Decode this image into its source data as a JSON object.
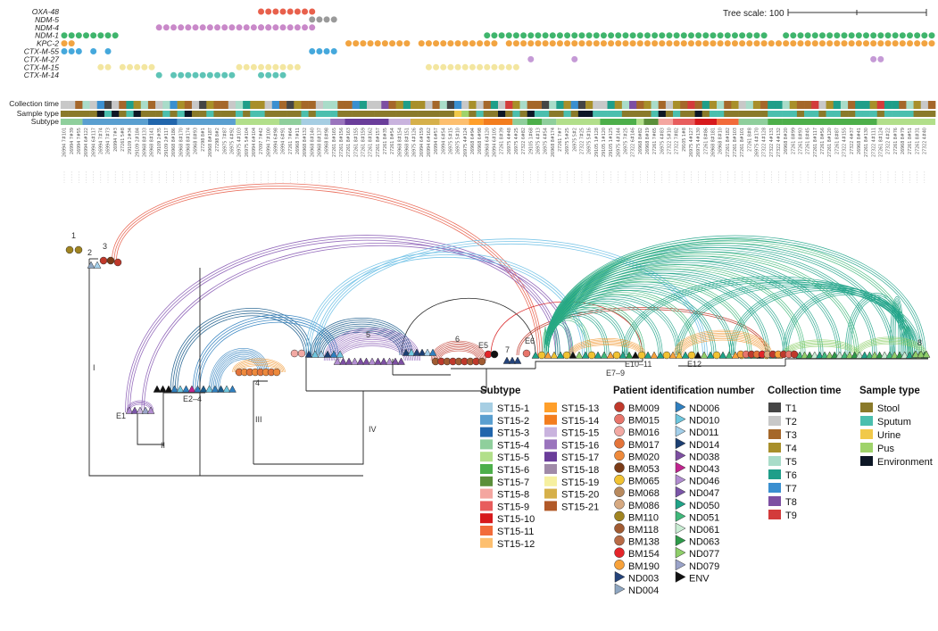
{
  "tree_scale_label": "Tree scale: 100",
  "genes": [
    "OXA-48",
    "NDM-5",
    "NDM-4",
    "NDM-1",
    "KPC-2",
    "CTX-M-55",
    "CTX-M-27",
    "CTX-M-15",
    "CTX-M-14"
  ],
  "gene_colors": {
    "OXA-48": "#e8604c",
    "NDM-5": "#9a9a9a",
    "NDM-4": "#c989c9",
    "NDM-1": "#3fb56c",
    "KPC-2": "#f2a441",
    "CTX-M-55": "#45a8dc",
    "CTX-M-27": "#c59ad6",
    "CTX-M-15": "#f3e6a0",
    "CTX-M-14": "#5ec4b6"
  },
  "track_labels": [
    "Collection time",
    "Sample type",
    "Subtype"
  ],
  "strain_ids": [
    "26994 7#101",
    "26994 7#39",
    "26994 7#55",
    "26994 6#122",
    "26994 6#117",
    "26994 7#74",
    "26994 7#73",
    "26994 7#3",
    "27261 5#8",
    "29109 2#34",
    "29109 2#184",
    "26968 8#133",
    "26968 8#141",
    "29109 2#35",
    "29109 2#117",
    "26968 8#186",
    "26968 8#170",
    "26968 8#174",
    "26968 8#93",
    "27298 8#1",
    "26968 8#187",
    "27298 8#2",
    "26975 7#87",
    "26975 4#92",
    "26975 4#103",
    "26975 5#104",
    "26994 6#104",
    "27097 7#42",
    "26994 7#100",
    "26994 6#98",
    "26994 6#91",
    "27261 7#64",
    "26968 7#11",
    "26968 8#132",
    "26968 8#140",
    "26968 8#137",
    "26968 8#98",
    "27261 8#165",
    "27261 8#156",
    "27261 8#163",
    "27261 8#155",
    "27261 8#159",
    "27261 8#162",
    "27261 8#157",
    "27261 8#35",
    "27261 8#54",
    "26968 8#154",
    "26968 8#151",
    "26975 4#126",
    "26994 6#159",
    "26994 6#162",
    "26994 6#57",
    "26994 6#54",
    "26975 5#15",
    "26975 5#10",
    "26975 4#124",
    "26968 6#94",
    "26968 6#98",
    "26968 6#120",
    "26994 6#105",
    "27261 8#39",
    "26975 4#48",
    "26975 4#25",
    "27322 6#82",
    "29105 1#68",
    "26975 4#13",
    "26975 4#54",
    "26968 8#174",
    "27261 7#7",
    "26975 5#25",
    "26975 5#2",
    "27322 7#25",
    "26975 5#16",
    "29105 1#128",
    "29105 1#120",
    "29105 1#125",
    "26975 4#144",
    "26975 7#25",
    "27322 6#146",
    "26968 8#82",
    "26968 8#19",
    "27261 7#65",
    "26975 4#83",
    "27322 5#10",
    "27322 7#82",
    "29105 1#8",
    "26975 4#127",
    "26975 4#130",
    "27261 8#86",
    "26968 8#181",
    "26968 8#10",
    "27261 8#182",
    "27261 8#103",
    "27261 8#101",
    "27261 8#8",
    "26975 4#170",
    "27322 4#128",
    "27322 4#131",
    "27322 4#132",
    "26968 8#20",
    "27261 8#99",
    "27261 8#93",
    "27261 8#45",
    "27261 8#117",
    "27261 8#56",
    "27261 8#120",
    "27261 8#87",
    "27322 4#155",
    "27322 4#37",
    "26968 8#41",
    "27261 8#130",
    "27322 4#111",
    "27261 8#124",
    "27322 4#22",
    "27261 8#76",
    "26968 8#79",
    "27261 8#51",
    "27261 8#31",
    "27322 4#40"
  ],
  "clade_labels": [
    "1",
    "2",
    "3",
    "4",
    "5",
    "6",
    "7",
    "8",
    "E1",
    "E2–4",
    "E5",
    "E6",
    "E7–9",
    "E10–11",
    "E12",
    "I",
    "II",
    "III",
    "IV"
  ],
  "legend": {
    "subtype": {
      "title": "Subtype",
      "items": [
        {
          "label": "ST15-1",
          "color": "#a6cee3"
        },
        {
          "label": "ST15-2",
          "color": "#5a9fd0"
        },
        {
          "label": "ST15-3",
          "color": "#2166ac"
        },
        {
          "label": "ST15-4",
          "color": "#8fcf9c"
        },
        {
          "label": "ST15-5",
          "color": "#b2df8a"
        },
        {
          "label": "ST15-6",
          "color": "#4daf4a"
        },
        {
          "label": "ST15-7",
          "color": "#5b8f3a"
        },
        {
          "label": "ST15-8",
          "color": "#f4a6a0"
        },
        {
          "label": "ST15-9",
          "color": "#e85d5d"
        },
        {
          "label": "ST15-10",
          "color": "#d7191c"
        },
        {
          "label": "ST15-11",
          "color": "#f26b3a"
        },
        {
          "label": "ST15-12",
          "color": "#fdbf6f"
        },
        {
          "label": "ST15-13",
          "color": "#ff9f2a"
        },
        {
          "label": "ST15-14",
          "color": "#f37d1e"
        },
        {
          "label": "ST15-15",
          "color": "#c9b3de"
        },
        {
          "label": "ST15-16",
          "color": "#9a74bd"
        },
        {
          "label": "ST15-17",
          "color": "#6a3d9a"
        },
        {
          "label": "ST15-18",
          "color": "#a08aa8"
        },
        {
          "label": "ST15-19",
          "color": "#f6f0a0"
        },
        {
          "label": "ST15-20",
          "color": "#d6b04a"
        },
        {
          "label": "ST15-21",
          "color": "#b15928"
        }
      ]
    },
    "patient": {
      "title": "Patient identification number",
      "items": [
        {
          "label": "BM009",
          "color": "#c0392b",
          "shape": "circle"
        },
        {
          "label": "BM015",
          "color": "#e8756b",
          "shape": "circle"
        },
        {
          "label": "BM016",
          "color": "#f2a9a3",
          "shape": "circle"
        },
        {
          "label": "BM017",
          "color": "#e4743a",
          "shape": "circle"
        },
        {
          "label": "BM020",
          "color": "#ee8a3c",
          "shape": "circle"
        },
        {
          "label": "BM053",
          "color": "#7a3b17",
          "shape": "circle"
        },
        {
          "label": "BM065",
          "color": "#f1c232",
          "shape": "circle"
        },
        {
          "label": "BM068",
          "color": "#b88a5e",
          "shape": "circle"
        },
        {
          "label": "BM086",
          "color": "#d6a981",
          "shape": "circle"
        },
        {
          "label": "BM110",
          "color": "#a08421",
          "shape": "circle"
        },
        {
          "label": "BM118",
          "color": "#a15b32",
          "shape": "circle"
        },
        {
          "label": "BM138",
          "color": "#b86b46",
          "shape": "circle"
        },
        {
          "label": "BM154",
          "color": "#e4252a",
          "shape": "circle"
        },
        {
          "label": "BM190",
          "color": "#f7a23b",
          "shape": "circle"
        },
        {
          "label": "ND003",
          "color": "#24437a",
          "shape": "triangle"
        },
        {
          "label": "ND004",
          "color": "#8fa7c2",
          "shape": "triangle"
        },
        {
          "label": "ND006",
          "color": "#2f7fbf",
          "shape": "triangle"
        },
        {
          "label": "ND010",
          "color": "#6ec6de",
          "shape": "triangle"
        },
        {
          "label": "ND011",
          "color": "#a3cfea",
          "shape": "triangle"
        },
        {
          "label": "ND014",
          "color": "#1b3f73",
          "shape": "triangle"
        },
        {
          "label": "ND038",
          "color": "#7d4fa2",
          "shape": "triangle"
        },
        {
          "label": "ND043",
          "color": "#c2248f",
          "shape": "triangle"
        },
        {
          "label": "ND046",
          "color": "#b18dd0",
          "shape": "triangle"
        },
        {
          "label": "ND047",
          "color": "#7a55a8",
          "shape": "triangle"
        },
        {
          "label": "ND050",
          "color": "#1fa388",
          "shape": "triangle"
        },
        {
          "label": "ND051",
          "color": "#3fb87a",
          "shape": "triangle"
        },
        {
          "label": "ND061",
          "color": "#c9ecd3",
          "shape": "triangle"
        },
        {
          "label": "ND063",
          "color": "#2e9a4a",
          "shape": "triangle"
        },
        {
          "label": "ND077",
          "color": "#8fcf6a",
          "shape": "triangle"
        },
        {
          "label": "ND079",
          "color": "#9aa3c9",
          "shape": "triangle"
        },
        {
          "label": "ENV",
          "color": "#111111",
          "shape": "triangle"
        }
      ]
    },
    "collection_time": {
      "title": "Collection time",
      "items": [
        {
          "label": "T1",
          "color": "#454545"
        },
        {
          "label": "T2",
          "color": "#c8c8c8"
        },
        {
          "label": "T3",
          "color": "#a5672a"
        },
        {
          "label": "T4",
          "color": "#a88f2a"
        },
        {
          "label": "T5",
          "color": "#a9dcc9"
        },
        {
          "label": "T6",
          "color": "#1f9e89"
        },
        {
          "label": "T7",
          "color": "#3a8fd0"
        },
        {
          "label": "T8",
          "color": "#7d4fa2"
        },
        {
          "label": "T9",
          "color": "#d33b3b"
        }
      ]
    },
    "sample_type": {
      "title": "Sample type",
      "items": [
        {
          "label": "Stool",
          "color": "#8a7a2a"
        },
        {
          "label": "Sputum",
          "color": "#4bbfae"
        },
        {
          "label": "Urine",
          "color": "#f1c94a"
        },
        {
          "label": "Pus",
          "color": "#9fd36a"
        },
        {
          "label": "Environment",
          "color": "#0d1726"
        }
      ]
    }
  }
}
